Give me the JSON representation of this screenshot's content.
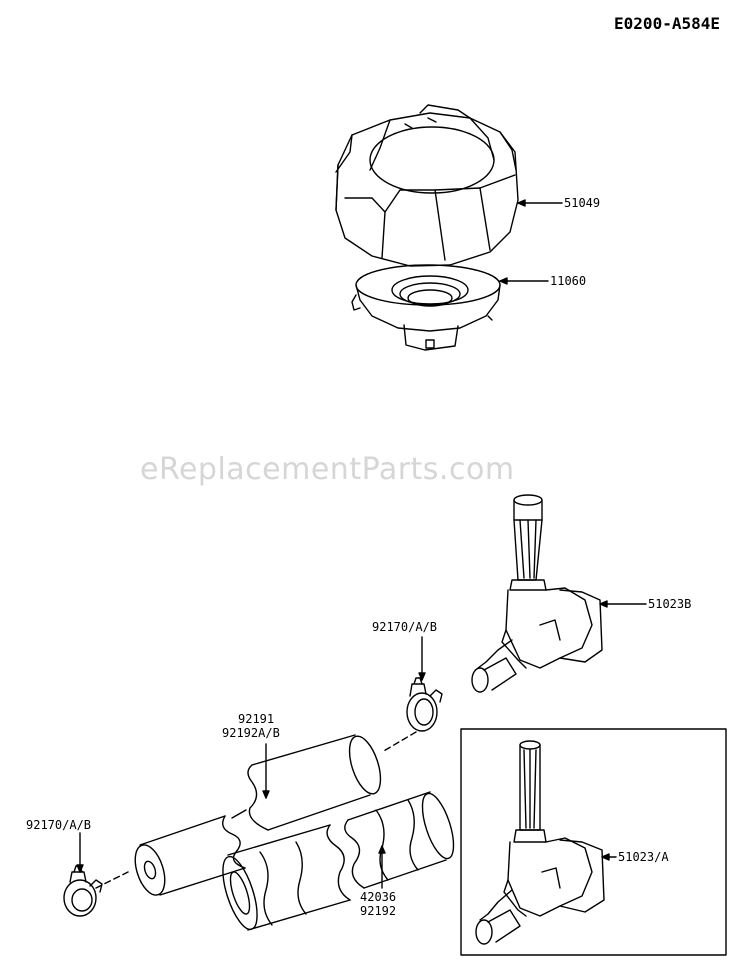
{
  "diagram_code": "E0200-A584E",
  "watermark": "eReplacementParts.com",
  "labels": {
    "cap": "51049",
    "filter": "11060",
    "cock_b": "51023B",
    "clamp_top": "92170/A/B",
    "hose_l1": "92191",
    "hose_l2": "92192A/B",
    "clamp_left": "92170/A/B",
    "hose_long_l1": "42036",
    "hose_long_l2": "92192",
    "cock_a": "51023/A"
  }
}
